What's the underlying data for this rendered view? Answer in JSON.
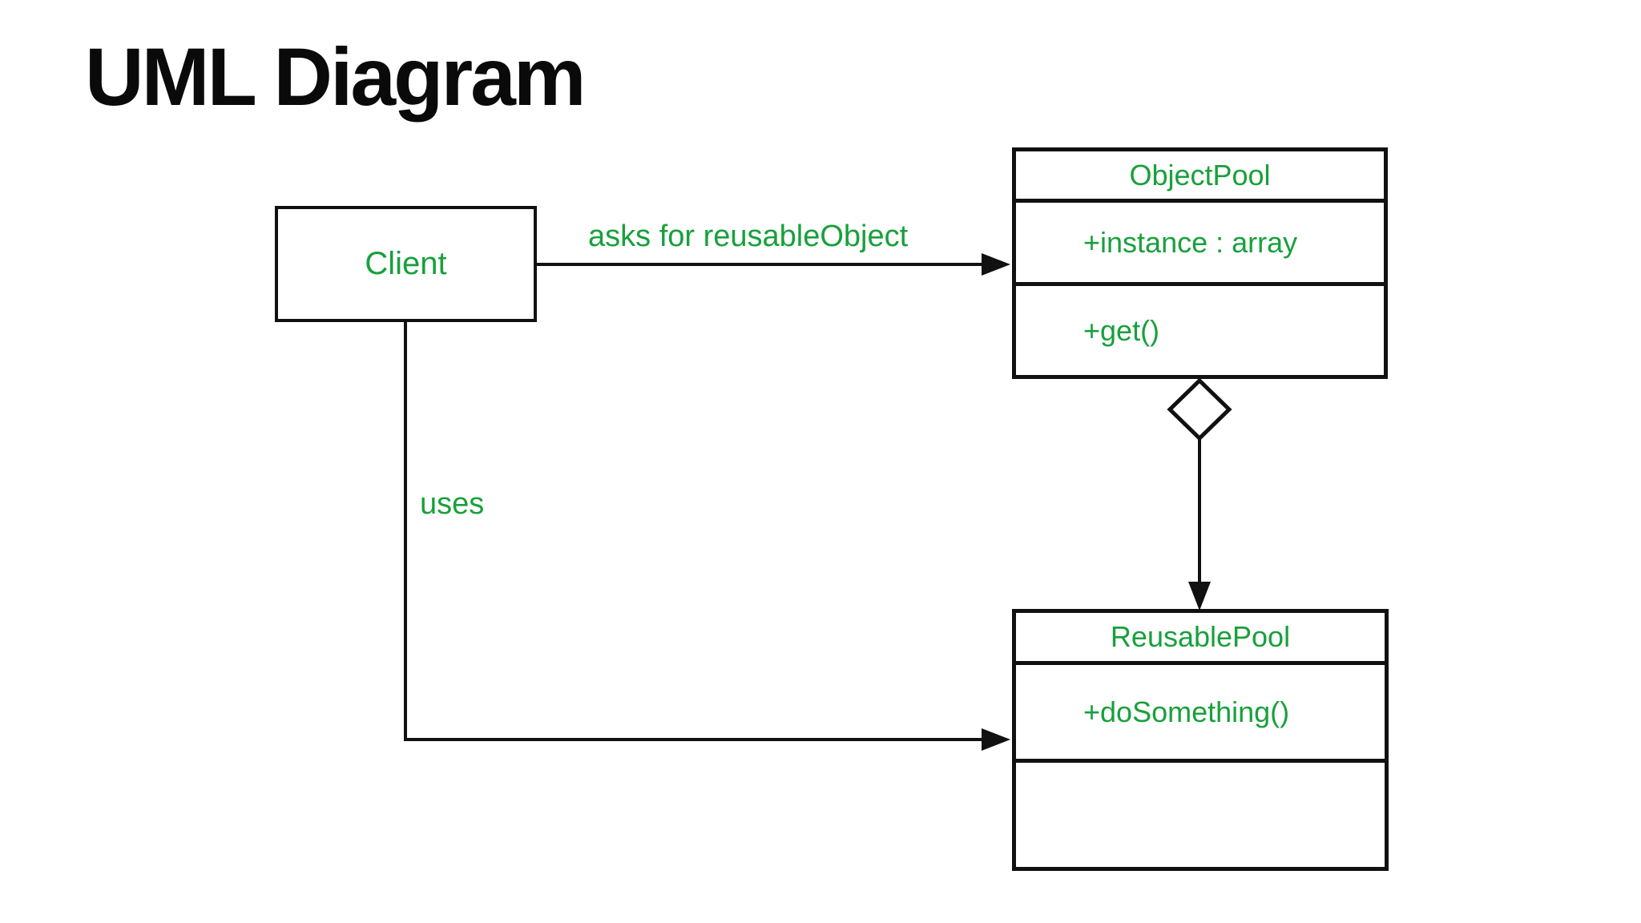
{
  "title": "UML Diagram",
  "colors": {
    "accent_green": "#18a03c",
    "line_black": "#111111",
    "background": "#ffffff"
  },
  "classes": {
    "client": {
      "name": "Client"
    },
    "object_pool": {
      "name": "ObjectPool",
      "attributes": [
        "+instance : array"
      ],
      "methods": [
        "+get()"
      ]
    },
    "reusable_pool": {
      "name": "ReusablePool",
      "methods": [
        "+doSomething()"
      ]
    }
  },
  "relations": {
    "asks": {
      "label": "asks for reusableObject",
      "type": "directed association from Client to ObjectPool"
    },
    "uses": {
      "label": "uses",
      "type": "directed association from Client to ReusablePool"
    },
    "aggregation": {
      "type": "aggregation from ObjectPool to ReusablePool"
    }
  }
}
